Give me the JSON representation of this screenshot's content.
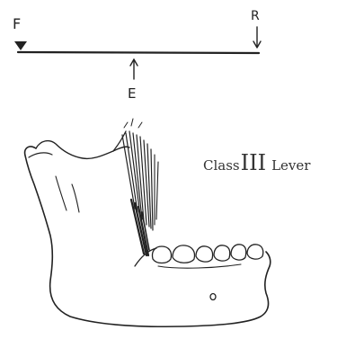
{
  "lever": {
    "fulcrum_label": "F",
    "resistance_label": "R",
    "effort_label": "E"
  },
  "title": {
    "prefix": "Class",
    "numeral": "III",
    "suffix": "Lever"
  }
}
